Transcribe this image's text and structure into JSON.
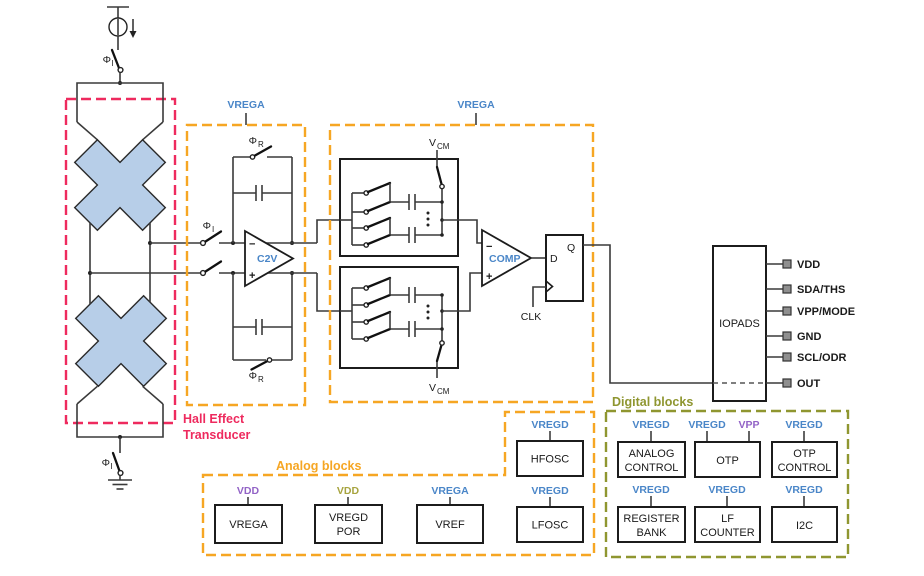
{
  "colors": {
    "orange": "#F6A623",
    "olive": "#8F9630",
    "red": "#EE2A5E",
    "blue": "#4A86C8",
    "purple": "#9263C6",
    "khaki": "#A7A43F",
    "wire": "#3A3A3A",
    "plate": "#B7CEE8"
  },
  "region_labels": {
    "hall_line1": "Hall Effect",
    "hall_line2": "Transducer",
    "analog": "Analog blocks",
    "digital": "Digital blocks"
  },
  "supplies": {
    "c2v_region": "VREGA",
    "sc_region": "VREGA"
  },
  "signals": {
    "phi": "Φ",
    "sub_i": "I",
    "sub_r": "R",
    "v": "V",
    "sub_cm": "CM",
    "clk": "CLK",
    "d": "D",
    "q": "Q",
    "minus": "−",
    "plus": "+"
  },
  "amps": {
    "c2v": "C2V",
    "comp": "COMP"
  },
  "iopads": {
    "label": "IOPADS",
    "pins": [
      "VDD",
      "SDA/THS",
      "VPP/MODE",
      "GND",
      "SCL/ODR",
      "OUT"
    ]
  },
  "analog_blocks": {
    "vrega": {
      "supply": "VDD",
      "name": "VREGA"
    },
    "vregd_por": {
      "supply": "VDD",
      "name_line1": "VREGD",
      "name_line2": "POR"
    },
    "vref": {
      "supply": "VREGA",
      "name": "VREF"
    },
    "hfosc": {
      "supply": "VREGD",
      "name": "HFOSC"
    },
    "lfosc": {
      "supply": "VREGD",
      "name": "LFOSC"
    }
  },
  "digital_blocks": {
    "analog_control": {
      "supply": "VREGD",
      "name_line1": "ANALOG",
      "name_line2": "CONTROL"
    },
    "otp": {
      "supply1": "VREGD",
      "supply2": "VPP",
      "name": "OTP"
    },
    "otp_control": {
      "supply": "VREGD",
      "name_line1": "OTP",
      "name_line2": "CONTROL"
    },
    "register_bank": {
      "supply": "VREGD",
      "name_line1": "REGISTER",
      "name_line2": "BANK"
    },
    "lf_counter": {
      "supply": "VREGD",
      "name_line1": "LF",
      "name_line2": "COUNTER"
    },
    "i2c": {
      "supply": "VREGD",
      "name": "I2C"
    }
  }
}
